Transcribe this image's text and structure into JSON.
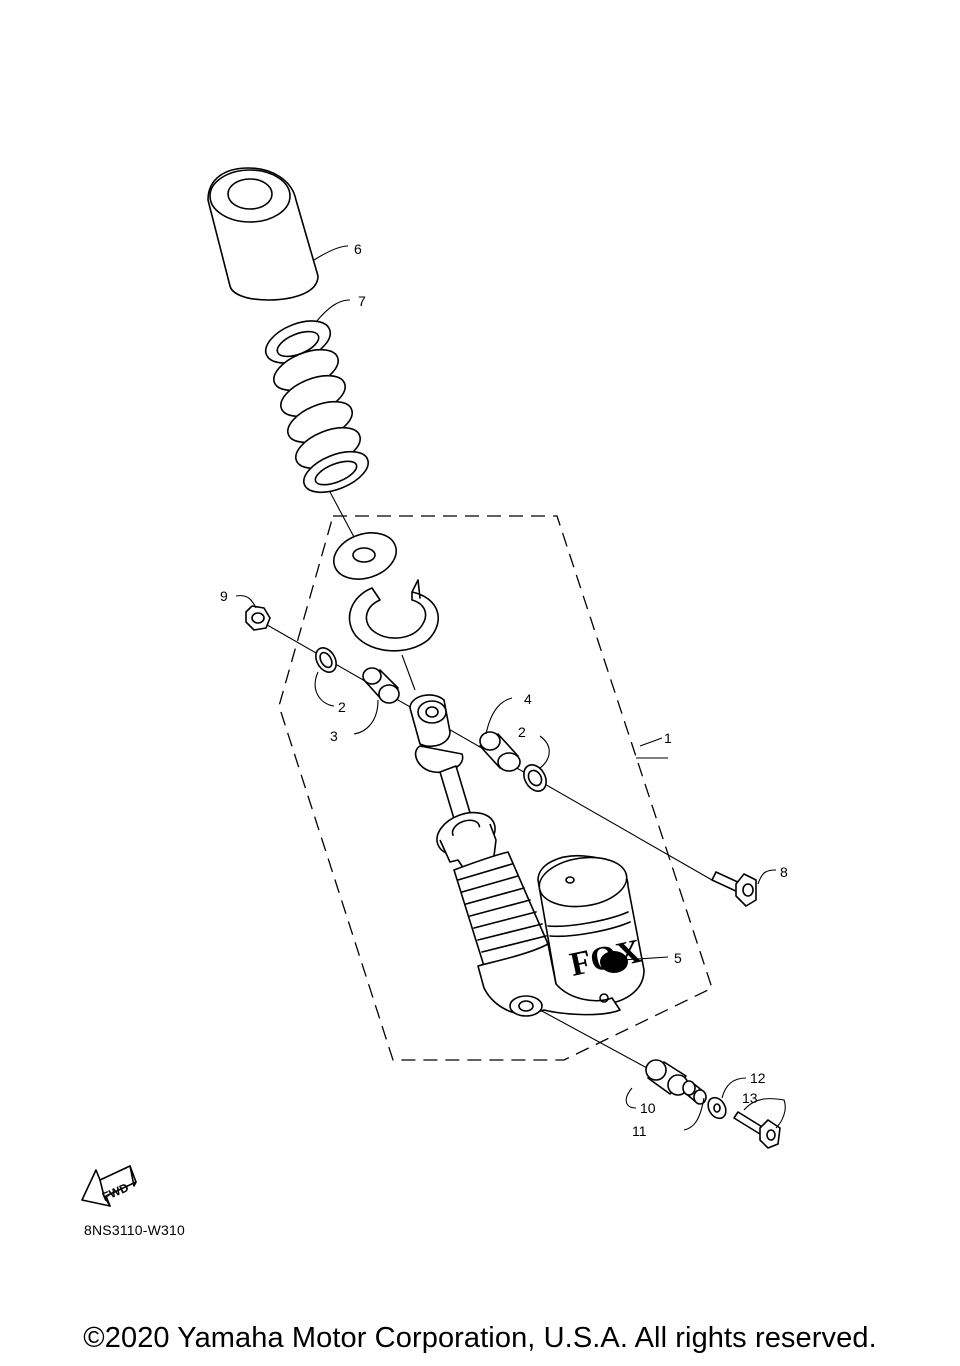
{
  "callouts": {
    "c1": "1",
    "c2a": "2",
    "c2b": "2",
    "c3": "3",
    "c4": "4",
    "c5": "5",
    "c6": "6",
    "c7": "7",
    "c8": "8",
    "c9": "9",
    "c10": "10",
    "c11": "11",
    "c12": "12",
    "c13": "13"
  },
  "fwd_label": "FWD",
  "brand_mark": "FOX",
  "part_code": "8NS3110-W310",
  "copyright": "©2020 Yamaha Motor Corporation, U.S.A. All rights reserved."
}
